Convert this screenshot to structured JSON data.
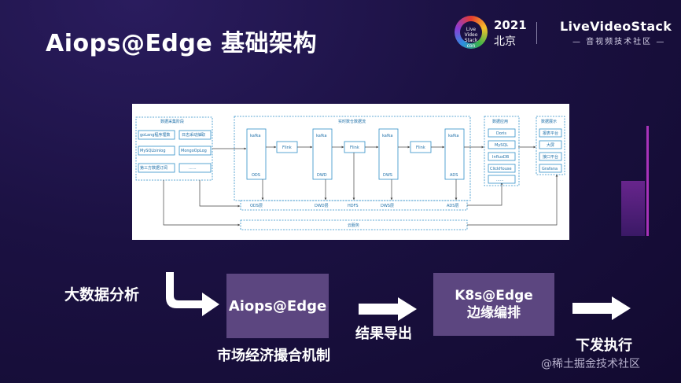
{
  "header": {
    "title": "Aiops@Edge 基础架构",
    "logo_text": "Live Video Stack con",
    "year": "2021",
    "city": "北京",
    "brand": "LiveVideoStack",
    "brand_sub": "— 音视频技术社区 —"
  },
  "diagram": {
    "group_collect": "数据采集阶段",
    "group_warehouse": "实时数仓数据流",
    "group_storage": "数据应用",
    "group_display": "数据展示",
    "collect_items": [
      "goLang程序埋数",
      "日志采动抽取",
      "MySQLbinlog",
      "MongoOpLog",
      "第三方数据订阅",
      "......"
    ],
    "kafka": "kafka",
    "flink": "Flink",
    "layers": [
      "ODS",
      "DWD",
      "DWS",
      "ADS"
    ],
    "layer_store": [
      "ODS层",
      "DWD层",
      "HDFS",
      "DWS层",
      "ADS层"
    ],
    "cloud_platform": "云服务",
    "storage_items": [
      "Doris",
      "MySQL",
      "InfluxDB",
      "ClickHouse",
      "......"
    ],
    "display_items": [
      "报表平台",
      "大屏",
      "接口平台",
      "Grafana"
    ]
  },
  "flow": {
    "bigdata": "大数据分析",
    "aiops": "Aiops@Edge",
    "export": "结果导出",
    "k8s_line1": "K8s@Edge",
    "k8s_line2": "边缘编排",
    "market": "市场经济撮合机制",
    "execute": "下发执行"
  },
  "watermark": "@稀土掘金技术社区",
  "colors": {
    "accent_box": "#5c4680",
    "background": "#1b1142"
  }
}
